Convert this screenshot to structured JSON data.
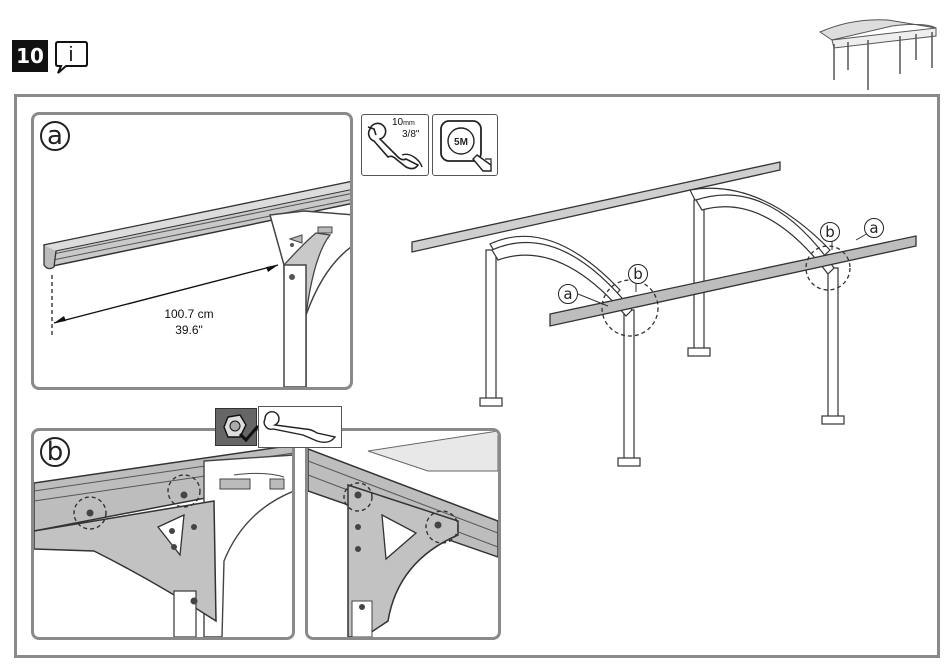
{
  "header": {
    "step_number": "10",
    "info_glyph": "i"
  },
  "tools": {
    "wrench_size_metric": "10",
    "wrench_size_metric_unit": "mm",
    "wrench_size_imperial": "3/8\"",
    "tape_label": "5M"
  },
  "detail_a": {
    "label": "a",
    "measure_metric": "100.7 cm",
    "measure_imperial": "39.6\""
  },
  "detail_b": {
    "label": "b"
  },
  "overview": {
    "callouts": [
      "a",
      "b",
      "b",
      "a"
    ]
  },
  "icons": [
    "info-icon",
    "wrench-icon",
    "tape-measure-icon",
    "nut-icon",
    "checkmark-icon",
    "carport-thumbnail-icon"
  ]
}
